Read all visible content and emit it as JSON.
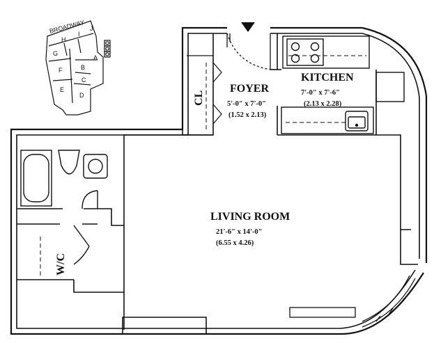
{
  "key_plan": {
    "street": "BROADWAY",
    "units": [
      "H",
      "I",
      "J",
      "G",
      "A",
      "F",
      "B",
      "C",
      "E",
      "D"
    ]
  },
  "rooms": {
    "foyer": {
      "name": "FOYER",
      "dim_imperial": "5'-0\" x 7'-0\"",
      "dim_metric": "(1.52 x 2.13)"
    },
    "kitchen": {
      "name": "KITCHEN",
      "dim_imperial": "7'-0\" x 7'-6\"",
      "dim_metric": "(2.13 x 2.28)"
    },
    "living_room": {
      "name": "LIVING ROOM",
      "dim_imperial": "21'-6\" x 14'-0\"",
      "dim_metric": "(6.55 x 4.26)"
    },
    "closet": {
      "name": "CL"
    },
    "wc": {
      "name": "W/C"
    }
  },
  "colors": {
    "ink": "#111111",
    "paper": "#ffffff"
  }
}
